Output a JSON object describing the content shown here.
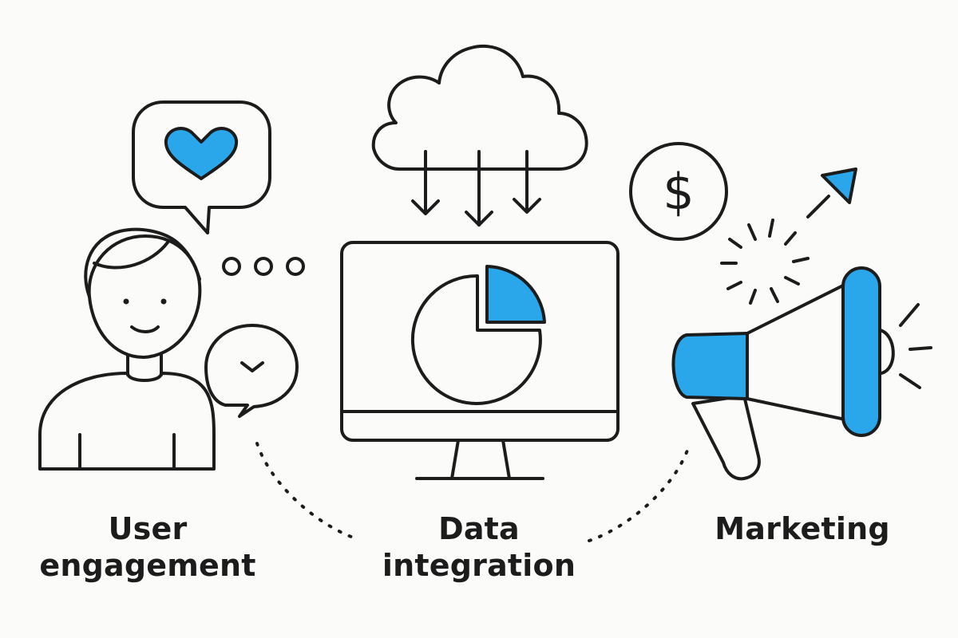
{
  "colors": {
    "ink": "#1c1c1c",
    "accent": "#2aa7ea",
    "background": "#fbfbf9"
  },
  "icons": [
    "person-icon",
    "heart-speech-bubble-icon",
    "typing-dots-icon",
    "chevron-speech-bubble-icon",
    "cloud-download-icon",
    "monitor-icon",
    "pie-chart-icon",
    "dollar-coin-icon",
    "growth-arrow-icon",
    "burst-icon",
    "megaphone-icon"
  ],
  "labels": {
    "user_engagement": {
      "line1": "User",
      "line2": "engagement"
    },
    "data_integration": {
      "line1": "Data",
      "line2": "integration"
    },
    "marketing": {
      "line1": "Marketing"
    }
  },
  "symbols": {
    "currency": "$"
  }
}
